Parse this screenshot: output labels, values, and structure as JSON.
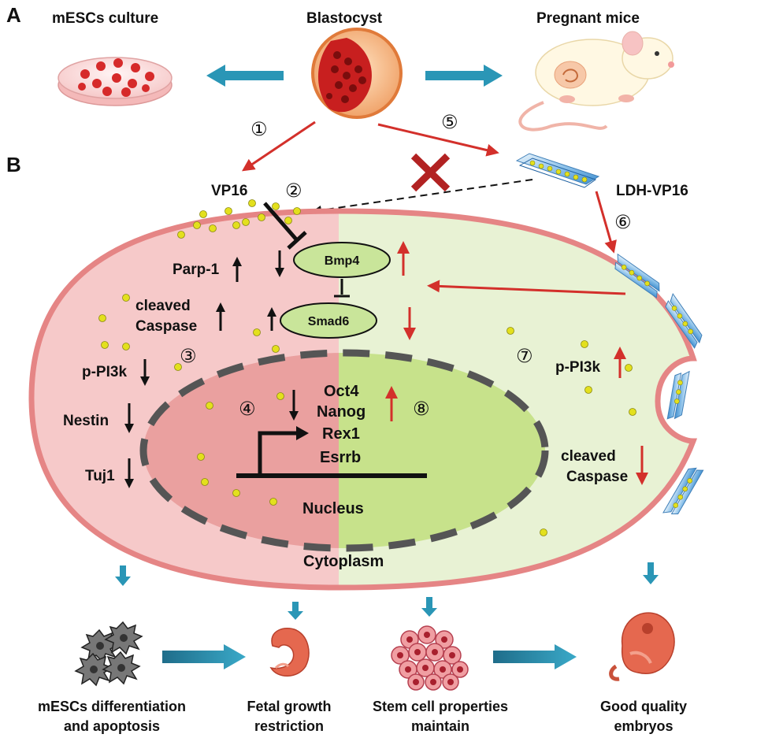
{
  "panels": {
    "a": "A",
    "b": "B"
  },
  "top": {
    "mescs_culture": "mESCs culture",
    "blastocyst": "Blastocyst",
    "pregnant_mice": "Pregnant mice"
  },
  "steps": [
    "①",
    "②",
    "③",
    "④",
    "⑤",
    "⑥",
    "⑦",
    "⑧"
  ],
  "labels": {
    "vp16": "VP16",
    "ldh_vp16": "LDH-VP16",
    "parp1": "Parp-1",
    "cleaved_left_1": "cleaved",
    "cleaved_left_2": "Caspase",
    "ppi3k_left": "p-PI3k",
    "nestin": "Nestin",
    "tuj1": "Tuj1",
    "bmp4": "Bmp4",
    "smad6": "Smad6",
    "genes": [
      "Oct4",
      "Nanog",
      "Rex1",
      "Esrrb"
    ],
    "nucleus": "Nucleus",
    "cytoplasm": "Cytoplasm",
    "ppi3k_right": "p-PI3k",
    "cleaved_right_1": "cleaved",
    "cleaved_right_2": "Caspase"
  },
  "bottom": [
    {
      "line1": "mESCs differentiation",
      "line2": "and apoptosis"
    },
    {
      "line1": "Fetal growth",
      "line2": "restriction"
    },
    {
      "line1": "Stem cell properties",
      "line2": "maintain"
    },
    {
      "line1": "Good quality",
      "line2": "embryos"
    }
  ],
  "colors": {
    "cell_left": "#f6c9c9",
    "cell_right": "#e8f2d4",
    "nucleus_left": "#eaa09f",
    "nucleus_right": "#c7e28b",
    "membrane": "#e58585",
    "red_arrow": "#d3302b",
    "teal_arrow": "#2a96b6",
    "pill": "#c9e59a",
    "particle": "#e3e01d"
  }
}
